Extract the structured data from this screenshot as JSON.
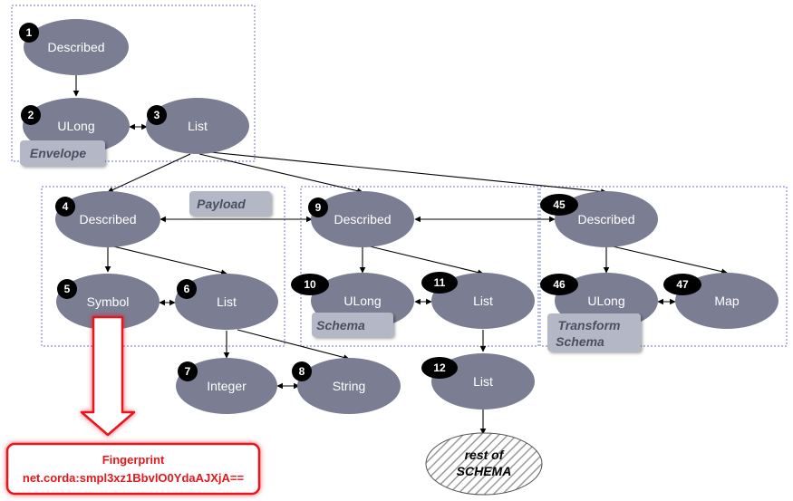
{
  "groups": {
    "envelope": "Envelope",
    "payload": "Payload",
    "schema": "Schema",
    "transform_line1": "Transform",
    "transform_line2": "Schema"
  },
  "nodes": {
    "n1": {
      "num": "1",
      "label": "Described"
    },
    "n2": {
      "num": "2",
      "label": "ULong"
    },
    "n3": {
      "num": "3",
      "label": "List"
    },
    "n4": {
      "num": "4",
      "label": "Described"
    },
    "n5": {
      "num": "5",
      "label": "Symbol"
    },
    "n6": {
      "num": "6",
      "label": "List"
    },
    "n7": {
      "num": "7",
      "label": "Integer"
    },
    "n8": {
      "num": "8",
      "label": "String"
    },
    "n9": {
      "num": "9",
      "label": "Described"
    },
    "n10": {
      "num": "10",
      "label": "ULong"
    },
    "n11": {
      "num": "11",
      "label": "List"
    },
    "n12": {
      "num": "12",
      "label": "List"
    },
    "n45": {
      "num": "45",
      "label": "Described"
    },
    "n46": {
      "num": "46",
      "label": "ULong"
    },
    "n47": {
      "num": "47",
      "label": "Map"
    }
  },
  "rest": {
    "line1": "rest of",
    "line2": "SCHEMA"
  },
  "fingerprint": {
    "title": "Fingerprint",
    "value": "net.corda:smpl3xz1BbvlO0YdaAJXjA=="
  },
  "colors": {
    "node_fill": "#7b7d92",
    "badge_fill": "#000000",
    "group_border": "#8c8cd6",
    "label_tab_fill": "#b4b8c6",
    "highlight_red": "#e8171b"
  }
}
